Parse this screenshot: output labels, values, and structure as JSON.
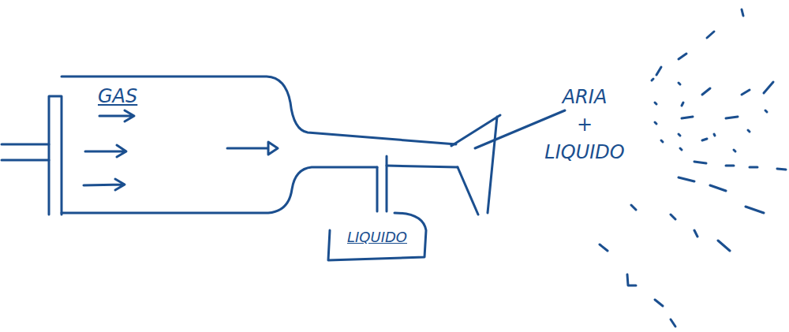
{
  "diagram": {
    "nodes": [
      {
        "text": [
          "GAS"
        ]
      },
      {
        "text": [
          "LIQUIDO"
        ]
      }
    ],
    "labels": [
      "ARIA + LIQUIDO"
    ]
  }
}
